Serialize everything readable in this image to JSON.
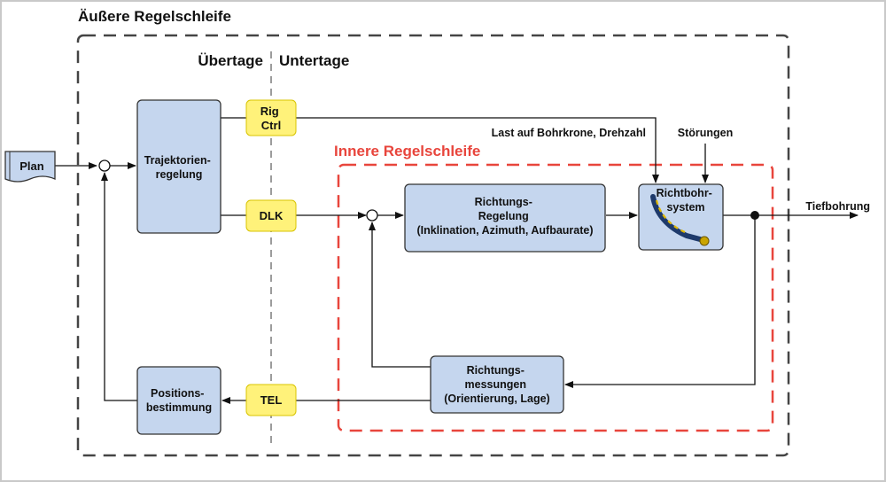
{
  "outer_loop": {
    "title": "Äußere Regelschleife",
    "color": "#444444"
  },
  "inner_loop": {
    "title": "Innere Regelschleife",
    "color": "#e8453c"
  },
  "zones": {
    "left": "Übertage",
    "right": "Untertage"
  },
  "nodes": {
    "plan": "Plan",
    "trajectory": [
      "Trajektorien-",
      "regelung"
    ],
    "rig_ctrl": [
      "Rig",
      "Ctrl"
    ],
    "dlk": "DLK",
    "direction_control": [
      "Richtungs-",
      "Regelung",
      "(Inklination, Azimuth, Aufbaurate)"
    ],
    "drilling_system": [
      "Richtbohr-",
      "system"
    ],
    "direction_measurement": [
      "Richtungs-",
      "messungen",
      "(Orientierung, Lage)"
    ],
    "tel": "TEL",
    "position": [
      "Positions-",
      "bestimmung"
    ]
  },
  "signals": {
    "load": "Last auf Bohrkrone, Drehzahl",
    "disturbances": "Störungen",
    "output": "Tiefbohrung"
  },
  "colors": {
    "box_fill": "#c5d6ee",
    "signal_fill": "#fff27a"
  }
}
